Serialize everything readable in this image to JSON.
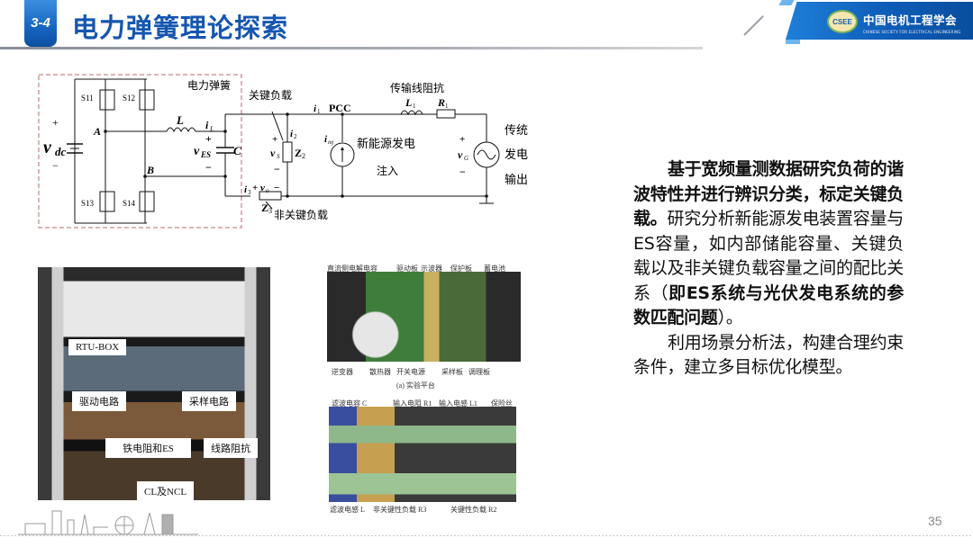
{
  "header": {
    "section_badge": "3-4",
    "title": "电力弹簧理论探索",
    "brand": {
      "logo_text": "CSEE",
      "name": "中国电机工程学会",
      "subtitle": "CHINESE SOCIETY FOR ELECTRICAL ENGINEERING"
    }
  },
  "circuit": {
    "box_label": "电力弹簧",
    "switches": [
      "S11",
      "S12",
      "S13",
      "S14"
    ],
    "labels": {
      "vdc": "v",
      "vdc_sub": "dc",
      "node_a": "A",
      "node_b": "B",
      "inductor": "L",
      "capacitor": "C",
      "i_l": "i",
      "i_l_sub": "L",
      "v_es": "v",
      "v_es_sub": "ES",
      "critical_load": "关键负载",
      "i1": "i",
      "i1_sub": "1",
      "pcc": "PCC",
      "i2": "i",
      "i2_sub": "2",
      "vs": "v",
      "vs_sub": "S",
      "z2": "Z",
      "z2_sub": "2",
      "i3": "i",
      "i3_sub": "3",
      "vo": "v",
      "vo_sub": "o",
      "z3": "Z",
      "z3_sub": "3",
      "noncritical_load": "非关键负载",
      "i_inj": "i",
      "i_inj_sub": "inj",
      "new_energy_line1": "新能源发电",
      "new_energy_line2": "注入",
      "line_impedance": "传输线阻抗",
      "l1": "L",
      "l1_sub": "1",
      "r1": "R",
      "r1_sub": "1",
      "vg": "v",
      "vg_sub": "G",
      "conventional_line1": "传统",
      "conventional_line2": "发电",
      "conventional_line3": "输出",
      "plus": "+",
      "minus": "−"
    }
  },
  "description": {
    "para1_bold": "基于宽频量测数据研究负荷的谐波特性并进行辨识分类，标定关键负载。",
    "para1_normal": "研究分析新能源发电装置容量与ES容量，如内部储能容量、关键负载以及非关键负载容量之间的配比关系（",
    "para1_bold2": "即ES系统与光伏发电系统的参数匹配问题",
    "para1_end": "）。",
    "para2": "利用场景分析法，构建合理约束条件，建立多目标优化模型。"
  },
  "photos": {
    "rack": {
      "labels": [
        "RTU-BOX",
        "驱动电路",
        "采样电路",
        "铁电阻和ES",
        "线路阻抗",
        "CL及NCL"
      ]
    },
    "platform": {
      "top_labels": [
        "直流侧电解电容",
        "驱动板",
        "示波器",
        "保护板",
        "蓄电池"
      ],
      "bottom_labels": [
        "逆变器",
        "散热器",
        "开关电源",
        "采样板",
        "调理板"
      ],
      "caption": "(a) 实验平台"
    },
    "load": {
      "top_labels": [
        "滤波电容 C",
        "输入电阻 R1",
        "输入电感 L1",
        "保险丝"
      ],
      "bottom_labels": [
        "滤波电感 L",
        "非关键性负载 R3",
        "关键性负载 R2"
      ]
    }
  },
  "footer": {
    "page_number": "35"
  }
}
